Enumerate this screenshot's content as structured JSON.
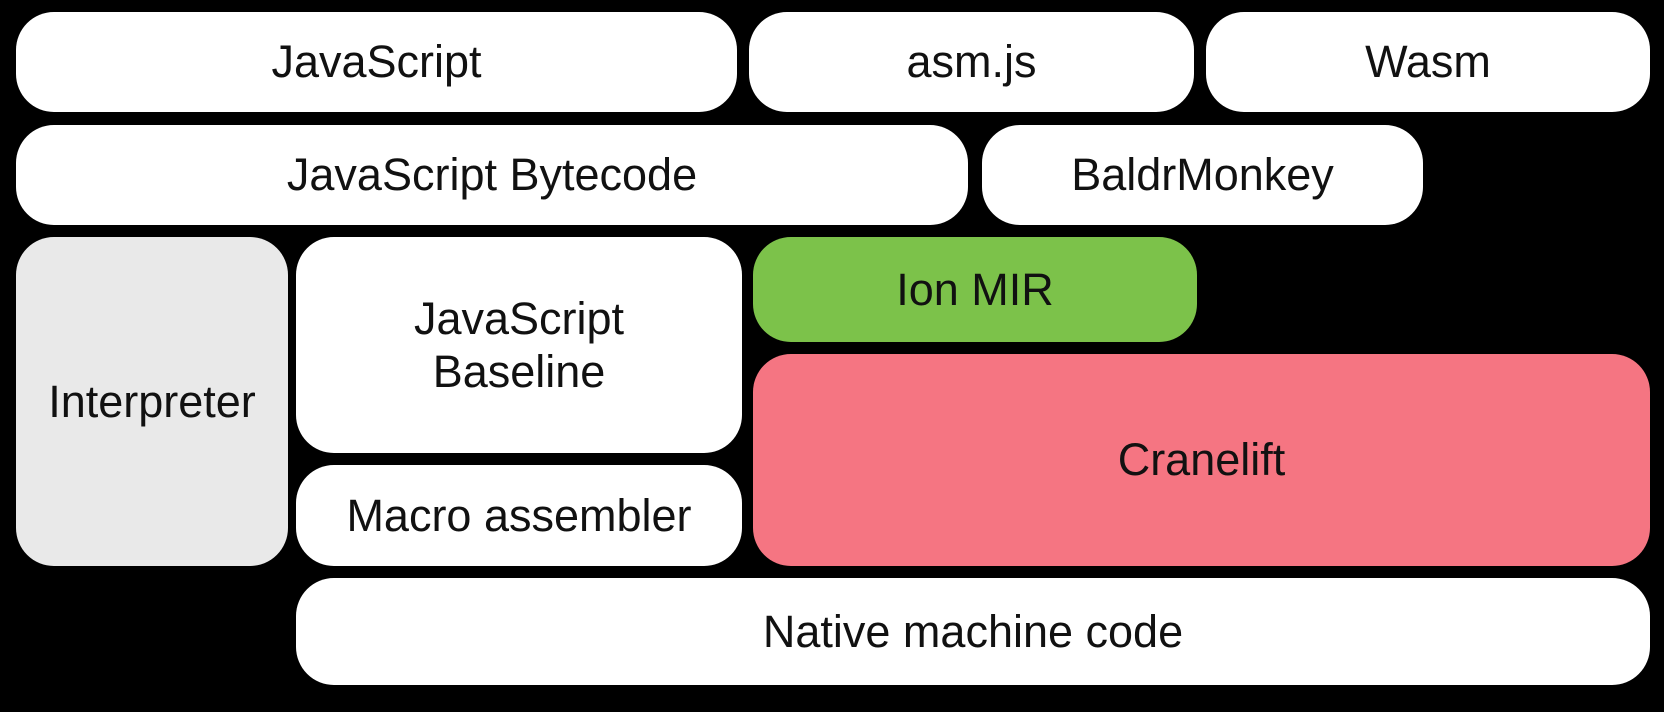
{
  "diagram": {
    "description": "Compiler pipeline diagram",
    "background_color": "#000000",
    "text_color": "#111111",
    "colors": {
      "node_default": "#ffffff",
      "interpreter_gray": "#e9e9e9",
      "ion_mir_green": "#7cc24a",
      "cranelift_pink": "#f57582"
    },
    "nodes": {
      "javascript": {
        "label": "JavaScript"
      },
      "asmjs": {
        "label": "asm.js"
      },
      "wasm": {
        "label": "Wasm"
      },
      "bytecode": {
        "label": "JavaScript Bytecode"
      },
      "baldrmonkey": {
        "label": "BaldrMonkey"
      },
      "interpreter": {
        "label": "Interpreter"
      },
      "baseline": {
        "label": "JavaScript\nBaseline"
      },
      "ionmir": {
        "label": "Ion MIR"
      },
      "cranelift": {
        "label": "Cranelift"
      },
      "macroasm": {
        "label": "Macro assembler"
      },
      "native": {
        "label": "Native machine code"
      }
    }
  }
}
